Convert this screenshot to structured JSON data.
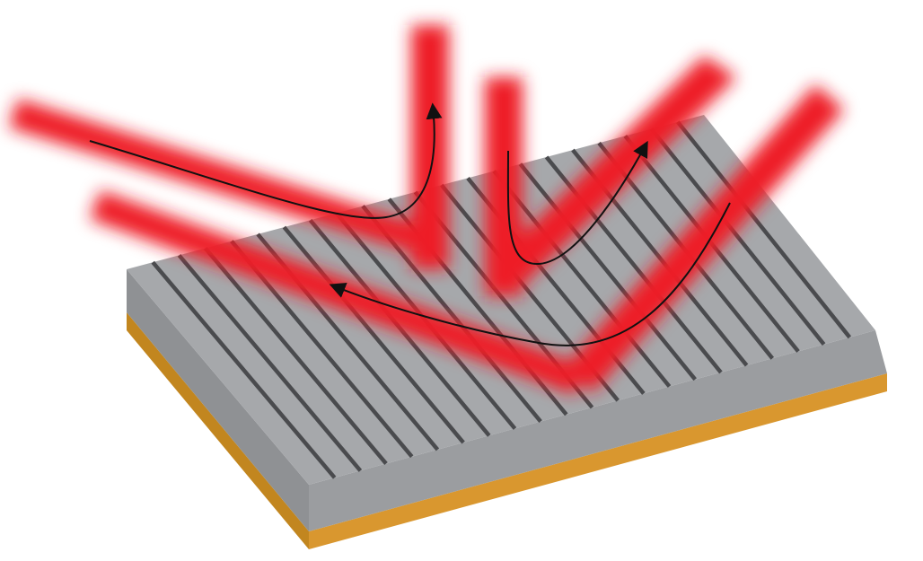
{
  "diagram": {
    "colors": {
      "background": "#ffffff",
      "grating_top": "#a6a8ab",
      "grating_side": "#8f9194",
      "grating_front": "#9b9da0",
      "grooves": "#4a4b4e",
      "substrate_front": "#d9972f",
      "substrate_side": "#c2861f",
      "beam": "#ee1c25",
      "arrow": "#111111"
    },
    "groove_count": 21,
    "beams": [
      {
        "name": "incident-beam-left-upper"
      },
      {
        "name": "incident-beam-left-lower"
      },
      {
        "name": "reflected-beam-vertical-tall"
      },
      {
        "name": "incident-beam-vertical-short"
      },
      {
        "name": "reflected-beam-diagonal-upper"
      },
      {
        "name": "incident-beam-diagonal-right"
      }
    ],
    "arrows": [
      {
        "name": "arrow-left-to-vertical"
      },
      {
        "name": "arrow-vertical-to-diagonal"
      },
      {
        "name": "arrow-diagonal-to-left"
      }
    ]
  }
}
